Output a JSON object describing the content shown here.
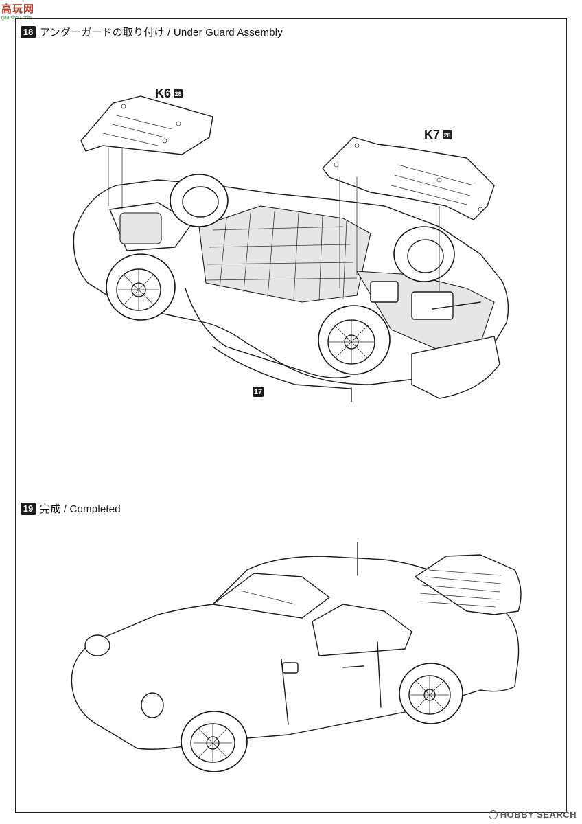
{
  "watermark_top": {
    "main": "高玩网",
    "sub": "gaa.shou.com"
  },
  "watermark_bottom": {
    "text": "HOBBY SEARCH"
  },
  "step18": {
    "number": "18",
    "title": "アンダーガードの取り付け / Under Guard Assembly"
  },
  "parts": {
    "k6": {
      "code": "K6",
      "sprue": "28"
    },
    "k7": {
      "code": "K7",
      "sprue": "28"
    }
  },
  "ref_step": {
    "number": "17"
  },
  "step19": {
    "number": "19",
    "title": "完成 / Completed"
  }
}
